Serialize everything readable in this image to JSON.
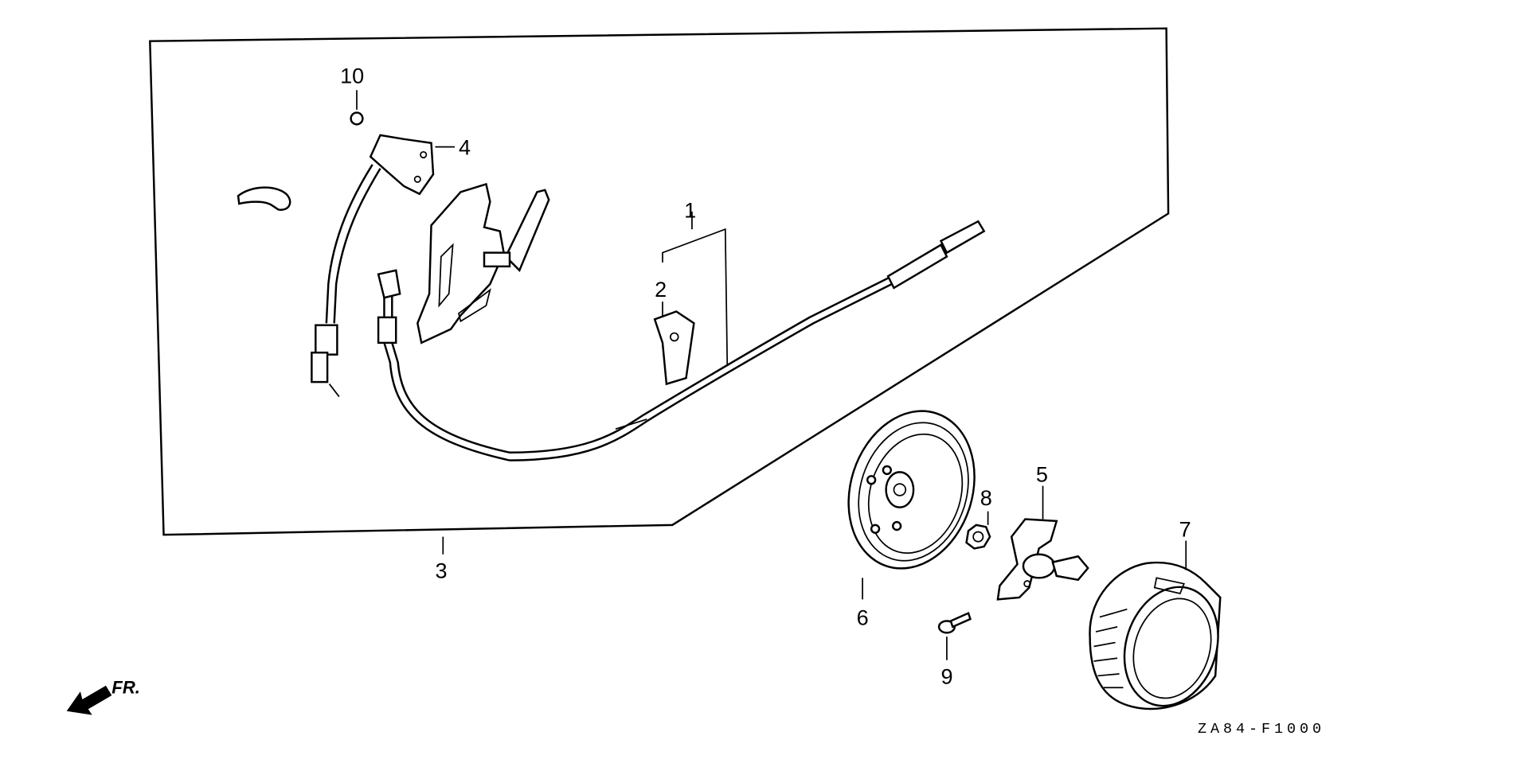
{
  "diagram": {
    "callouts": {
      "p1": "1",
      "p2": "2",
      "p3": "3",
      "p4": "4",
      "p5": "5",
      "p6": "6",
      "p7": "7",
      "p8": "8",
      "p9": "9",
      "p10": "10"
    },
    "direction_label": "FR.",
    "drawing_code": "ZA84-F1000"
  }
}
